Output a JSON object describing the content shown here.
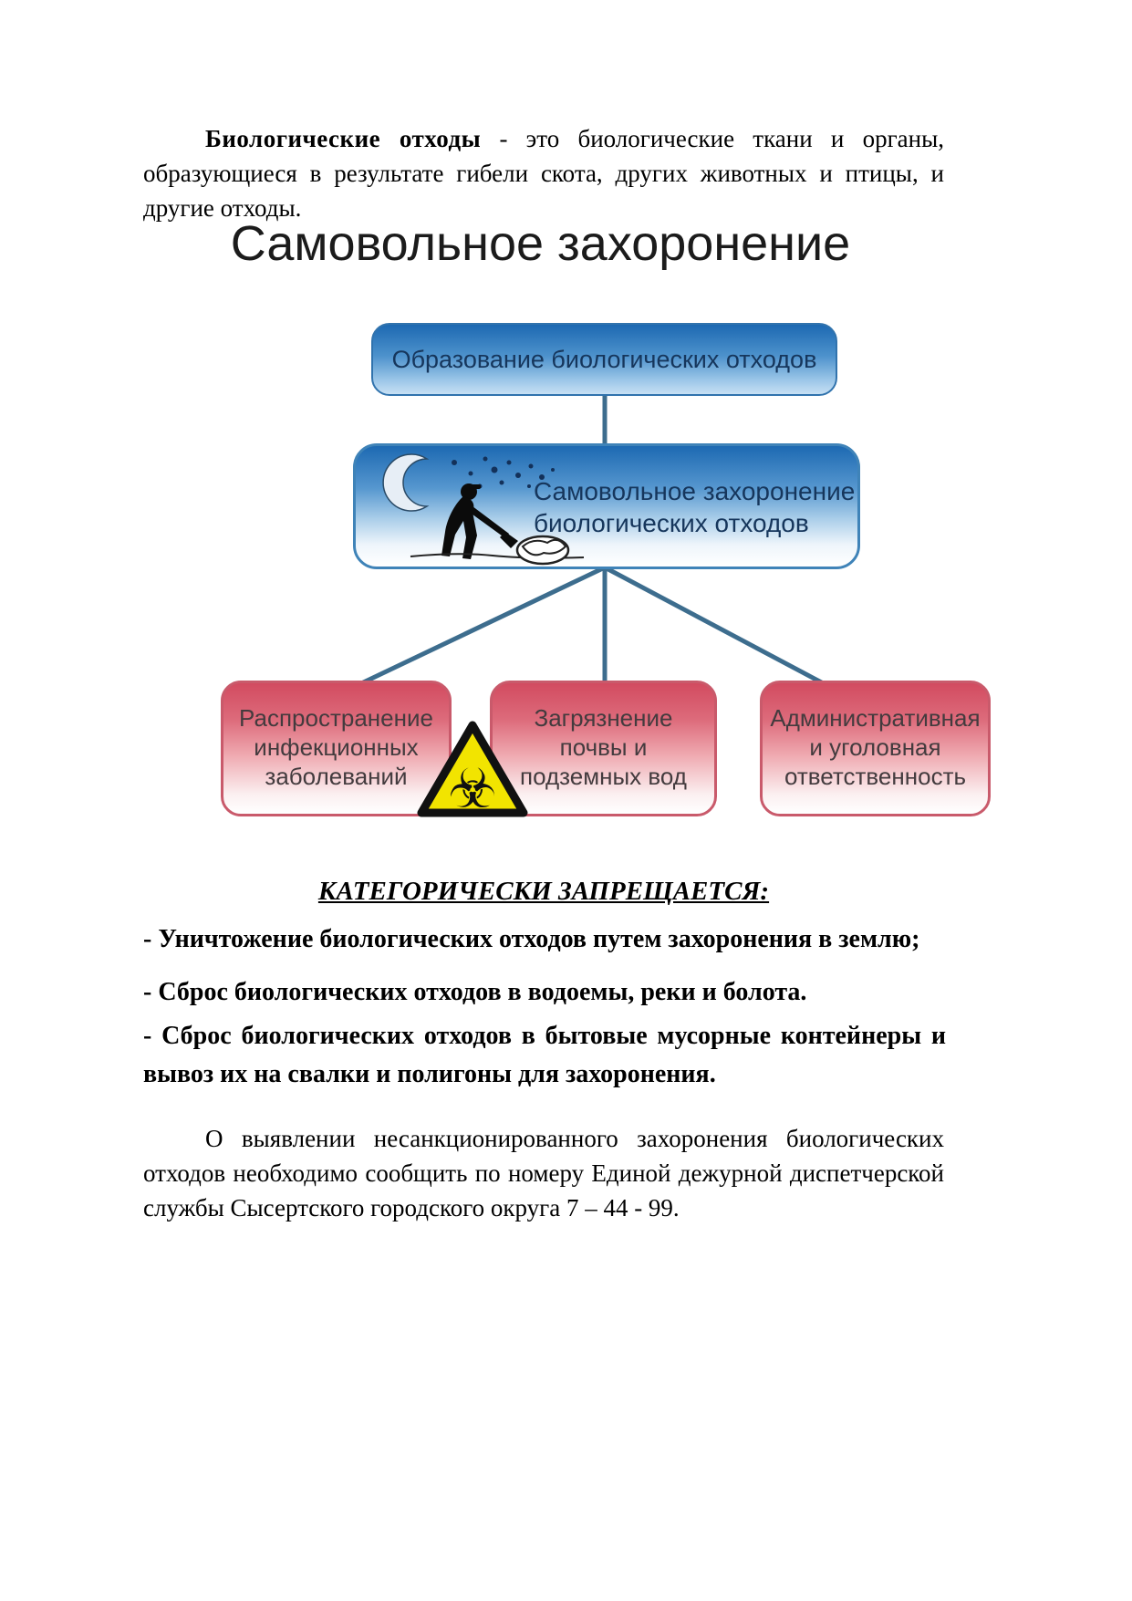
{
  "document": {
    "intro": {
      "lead_bold": "Биологические отходы",
      "rest": " - это биологические ткани и органы, образующиеся в результате гибели скота, других животных и птицы, и другие отходы."
    },
    "prohibited_heading": "КАТЕГОРИЧЕСКИ ЗАПРЕЩАЕТСЯ:",
    "prohibited_items": [
      "- Уничтожение биологических отходов путем захоронения в землю;",
      "- Сброс биологических отходов в водоемы, реки и болота.",
      "- Сброс биологических отходов в бытовые мусорные контейнеры и вывоз их на свалки и полигоны для захоронения."
    ],
    "report_paragraph": "О выявлении несанкционированного захоронения биологических отходов необходимо сообщить по номеру Единой дежурной диспетчерской службы Сысертского городского округа 7 – 44 - 99."
  },
  "diagram": {
    "title": "Самовольное захоронение",
    "top_box": "Образование биологических отходов",
    "middle_box": {
      "line1": "Самовольное захоронение",
      "line2": "биологических отходов"
    },
    "outcome_boxes": [
      {
        "line1": "Распространение",
        "line2": "инфекционных",
        "line3": "заболеваний"
      },
      {
        "line1": "Загрязнение",
        "line2": "почвы и",
        "line3": "подземных вод"
      },
      {
        "line1": "Административная",
        "line2": "и уголовная",
        "line3": "ответственность"
      }
    ],
    "biohazard_symbol": "☣",
    "colors": {
      "blue_box_top": "#1d69b2",
      "blue_box_bottom": "#cfe6f7",
      "blue_border": "#3f83b8",
      "blue_text": "#16365c",
      "red_box_top": "#d44f63",
      "red_border": "#c95a6b",
      "connector": "#3d6d8e",
      "biohazard_yellow": "#f2e400"
    }
  }
}
